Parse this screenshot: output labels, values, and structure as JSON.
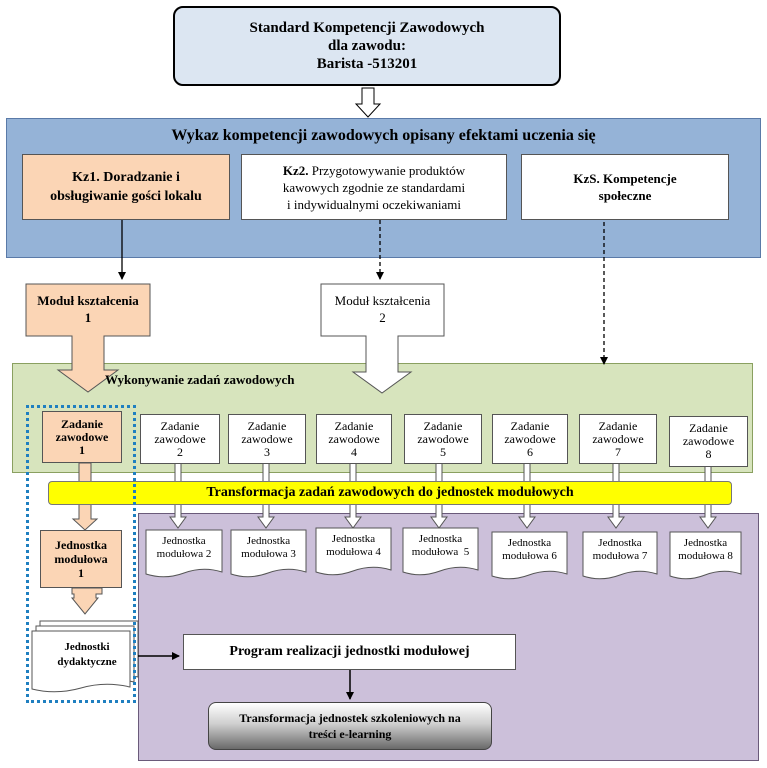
{
  "standard": {
    "line1": "Standard Kompetencji Zawodowych",
    "line2": "dla zawodu:",
    "line3": "Barista -513201"
  },
  "wykaz": {
    "title": "Wykaz kompetencji zawodowych opisany efektami uczenia się"
  },
  "competencies": {
    "kz1": {
      "line1": "Kz1. Doradzanie i",
      "line2": "obsługiwanie gości lokalu"
    },
    "kz2": {
      "code": "Kz2.",
      "line1": " Przygotowywanie produktów",
      "line2": "kawowych zgodnie ze standardami",
      "line3": "i indywidualnymi oczekiwaniami"
    },
    "kzs": {
      "line1": "KzS. Kompetencje",
      "line2": "społeczne"
    }
  },
  "modules": {
    "m1": {
      "line1": "Moduł kształcenia",
      "line2": "1"
    },
    "m2": {
      "line1": "Moduł kształcenia",
      "line2": "2"
    }
  },
  "wykonywanie": "Wykonywanie zadań zawodowych",
  "tasks": [
    {
      "l1": "Zadanie",
      "l2": "zawodowe",
      "l3": "1"
    },
    {
      "l1": "Zadanie",
      "l2": "zawodowe",
      "l3": "2"
    },
    {
      "l1": "Zadanie",
      "l2": "zawodowe",
      "l3": "3"
    },
    {
      "l1": "Zadanie",
      "l2": "zawodowe",
      "l3": "4"
    },
    {
      "l1": "Zadanie",
      "l2": "zawodowe",
      "l3": "5"
    },
    {
      "l1": "Zadanie",
      "l2": "zawodowe",
      "l3": "6"
    },
    {
      "l1": "Zadanie",
      "l2": "zawodowe",
      "l3": "7"
    },
    {
      "l1": "Zadanie",
      "l2": "zawodowe",
      "l3": "8"
    }
  ],
  "transformation_bar": "Transformacja zadań zawodowych do jednostek modułowych",
  "units": [
    {
      "l1": "Jednostka",
      "l2": "modułowa",
      "l3": "1"
    },
    {
      "l1": "Jednostka",
      "l2": "modułowa 2"
    },
    {
      "l1": "Jednostka",
      "l2": "modułowa 3"
    },
    {
      "l1": "Jednostka",
      "l2": "modułowa 4"
    },
    {
      "l1": "Jednostka",
      "l2": "modułowa  5"
    },
    {
      "l1": "Jednostka",
      "l2": "modułowa 6"
    },
    {
      "l1": "Jednostka",
      "l2": "modułowa 7"
    },
    {
      "l1": "Jednostka",
      "l2": "modułowa 8"
    }
  ],
  "didactic": {
    "l1": "Jednostki",
    "l2": "dydaktyczne"
  },
  "program": "Program realizacji jednostki modułowej",
  "elearning": {
    "l1": "Transformacja jednostek szkoleniowych na",
    "l2": "treści e-learning"
  },
  "colors": {
    "blue_panel": "#95b3d7",
    "green_panel": "#d7e4bd",
    "purple_panel": "#ccc0da",
    "peach": "#fbd5b5",
    "yellow_bar": "#ffff00",
    "standard_box": "#dce6f2",
    "dotted_frame": "#1f7fc0"
  }
}
